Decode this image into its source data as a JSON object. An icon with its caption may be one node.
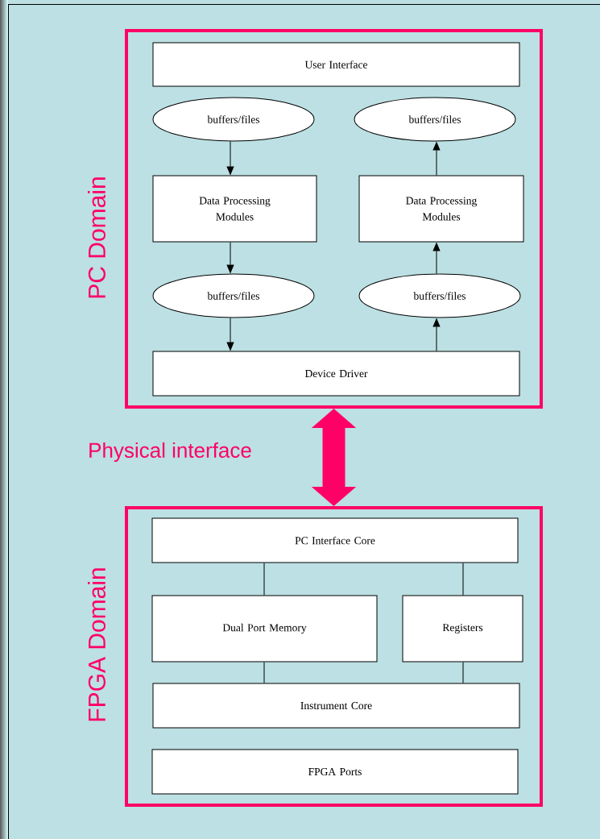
{
  "diagram": {
    "nodes": [
      {
        "text": [
          "PC Domain"
        ]
      },
      {
        "text": [
          "User Interface"
        ],
        "in": 0
      },
      {
        "text": [
          "buffers/files"
        ],
        "in": 0
      },
      {
        "text": [
          "buffers/files"
        ],
        "in": 0
      },
      {
        "text": [
          "Data Processing Modules"
        ],
        "in": 0
      },
      {
        "text": [
          "Data Processing Modules"
        ],
        "in": 0
      },
      {
        "text": [
          "buffers/files"
        ],
        "in": 0
      },
      {
        "text": [
          "buffers/files"
        ],
        "in": 0
      },
      {
        "text": [
          "Device Driver"
        ],
        "in": 0
      },
      {
        "text": [
          "FPGA Domain"
        ]
      },
      {
        "text": [
          "PC Interface Core"
        ],
        "in": 9
      },
      {
        "text": [
          "Dual Port Memory"
        ],
        "in": 9
      },
      {
        "text": [
          "Registers"
        ],
        "in": 9
      },
      {
        "text": [
          "Instrument Core"
        ],
        "in": 9
      },
      {
        "text": [
          "FPGA Ports"
        ],
        "in": 9
      }
    ],
    "edges": [
      {
        "from": 2,
        "to": 4,
        "arrow": "to"
      },
      {
        "from": 4,
        "to": 6,
        "arrow": "to"
      },
      {
        "from": 6,
        "to": 8,
        "arrow": "to"
      },
      {
        "from": 8,
        "to": 7,
        "arrow": "to"
      },
      {
        "from": 7,
        "to": 5,
        "arrow": "to"
      },
      {
        "from": 5,
        "to": 3,
        "arrow": "to"
      },
      {
        "from": 0,
        "to": 9,
        "arrow": "both",
        "label": "Physical interface",
        "style": "thick",
        "color": "#ff0066"
      },
      {
        "from": 10,
        "to": 11,
        "arrow": "none"
      },
      {
        "from": 10,
        "to": 12,
        "arrow": "none"
      },
      {
        "from": 11,
        "to": 13,
        "arrow": "none"
      },
      {
        "from": 12,
        "to": 13,
        "arrow": "none"
      }
    ]
  }
}
